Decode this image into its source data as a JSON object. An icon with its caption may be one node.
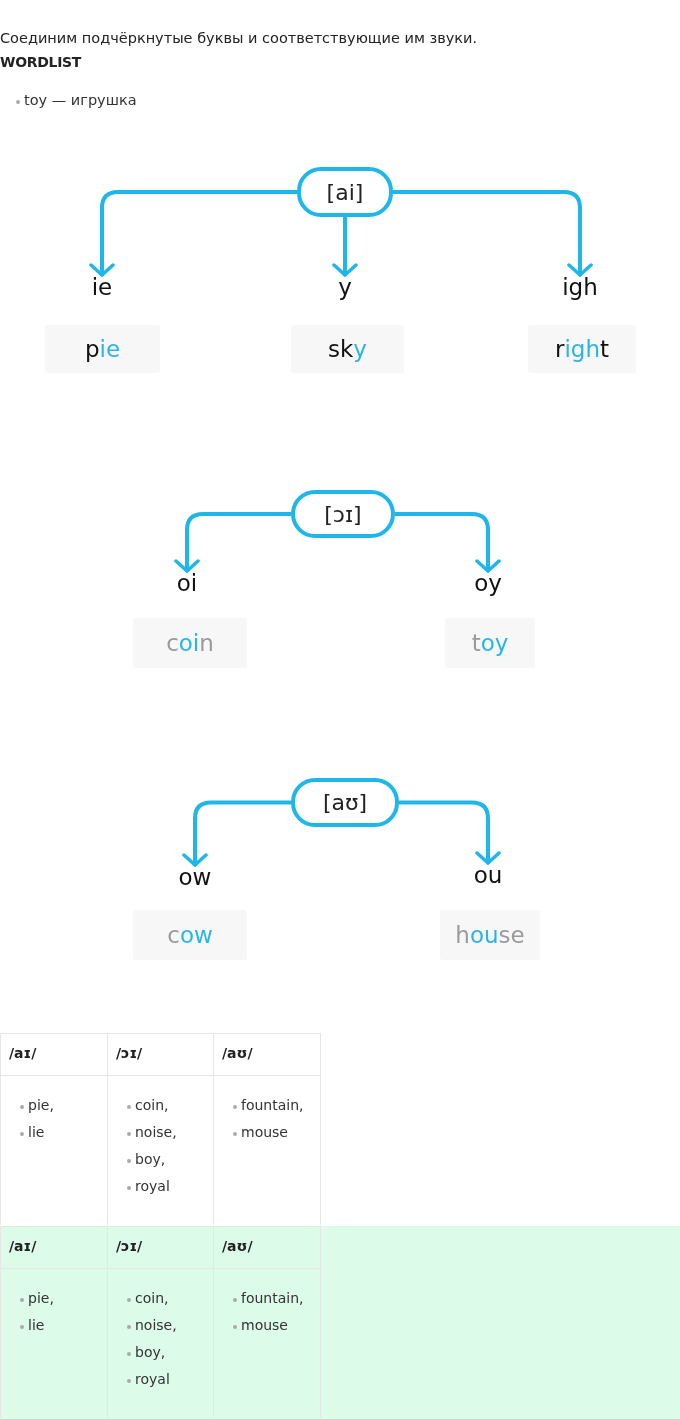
{
  "diagram": {
    "nodes": [
      {
        "text": [
          "[ai]"
        ]
      },
      {
        "text": [
          "ie"
        ]
      },
      {
        "text": [
          "y"
        ]
      },
      {
        "text": [
          "igh"
        ]
      },
      {
        "text": [
          "pie"
        ]
      },
      {
        "text": [
          "sky"
        ]
      },
      {
        "text": [
          "right"
        ]
      },
      {
        "text": [
          "[ɔɪ]"
        ]
      },
      {
        "text": [
          "oi"
        ]
      },
      {
        "text": [
          "oy"
        ]
      },
      {
        "text": [
          "coin"
        ]
      },
      {
        "text": [
          "toy"
        ]
      },
      {
        "text": [
          "[aʊ]"
        ]
      },
      {
        "text": [
          "ow"
        ]
      },
      {
        "text": [
          "ou"
        ]
      },
      {
        "text": [
          "cow"
        ]
      },
      {
        "text": [
          "house"
        ]
      }
    ],
    "edges": [
      {
        "from": 0,
        "to": 1,
        "arrow": "to"
      },
      {
        "from": 0,
        "to": 2,
        "arrow": "to"
      },
      {
        "from": 0,
        "to": 3,
        "arrow": "to"
      },
      {
        "from": 7,
        "to": 8,
        "arrow": "to"
      },
      {
        "from": 7,
        "to": 9,
        "arrow": "to"
      },
      {
        "from": 12,
        "to": 13,
        "arrow": "to"
      },
      {
        "from": 12,
        "to": 14,
        "arrow": "to"
      }
    ],
    "labels": [
      "Соединим подчёркнутые буквы и соответствующие им звуки.",
      "WORDLIST",
      "toy — игрушка",
      "/aɪ/",
      "/ɔɪ/",
      "/aʊ/",
      "pie,",
      "lie",
      "coin,",
      "noise,",
      "boy,",
      "royal",
      "fountain,",
      "mouse",
      "/aɪ/",
      "/ɔɪ/",
      "/aʊ/",
      "pie,",
      "lie",
      "coin,",
      "noise,",
      "boy,",
      "royal",
      "fountain,",
      "mouse"
    ]
  }
}
